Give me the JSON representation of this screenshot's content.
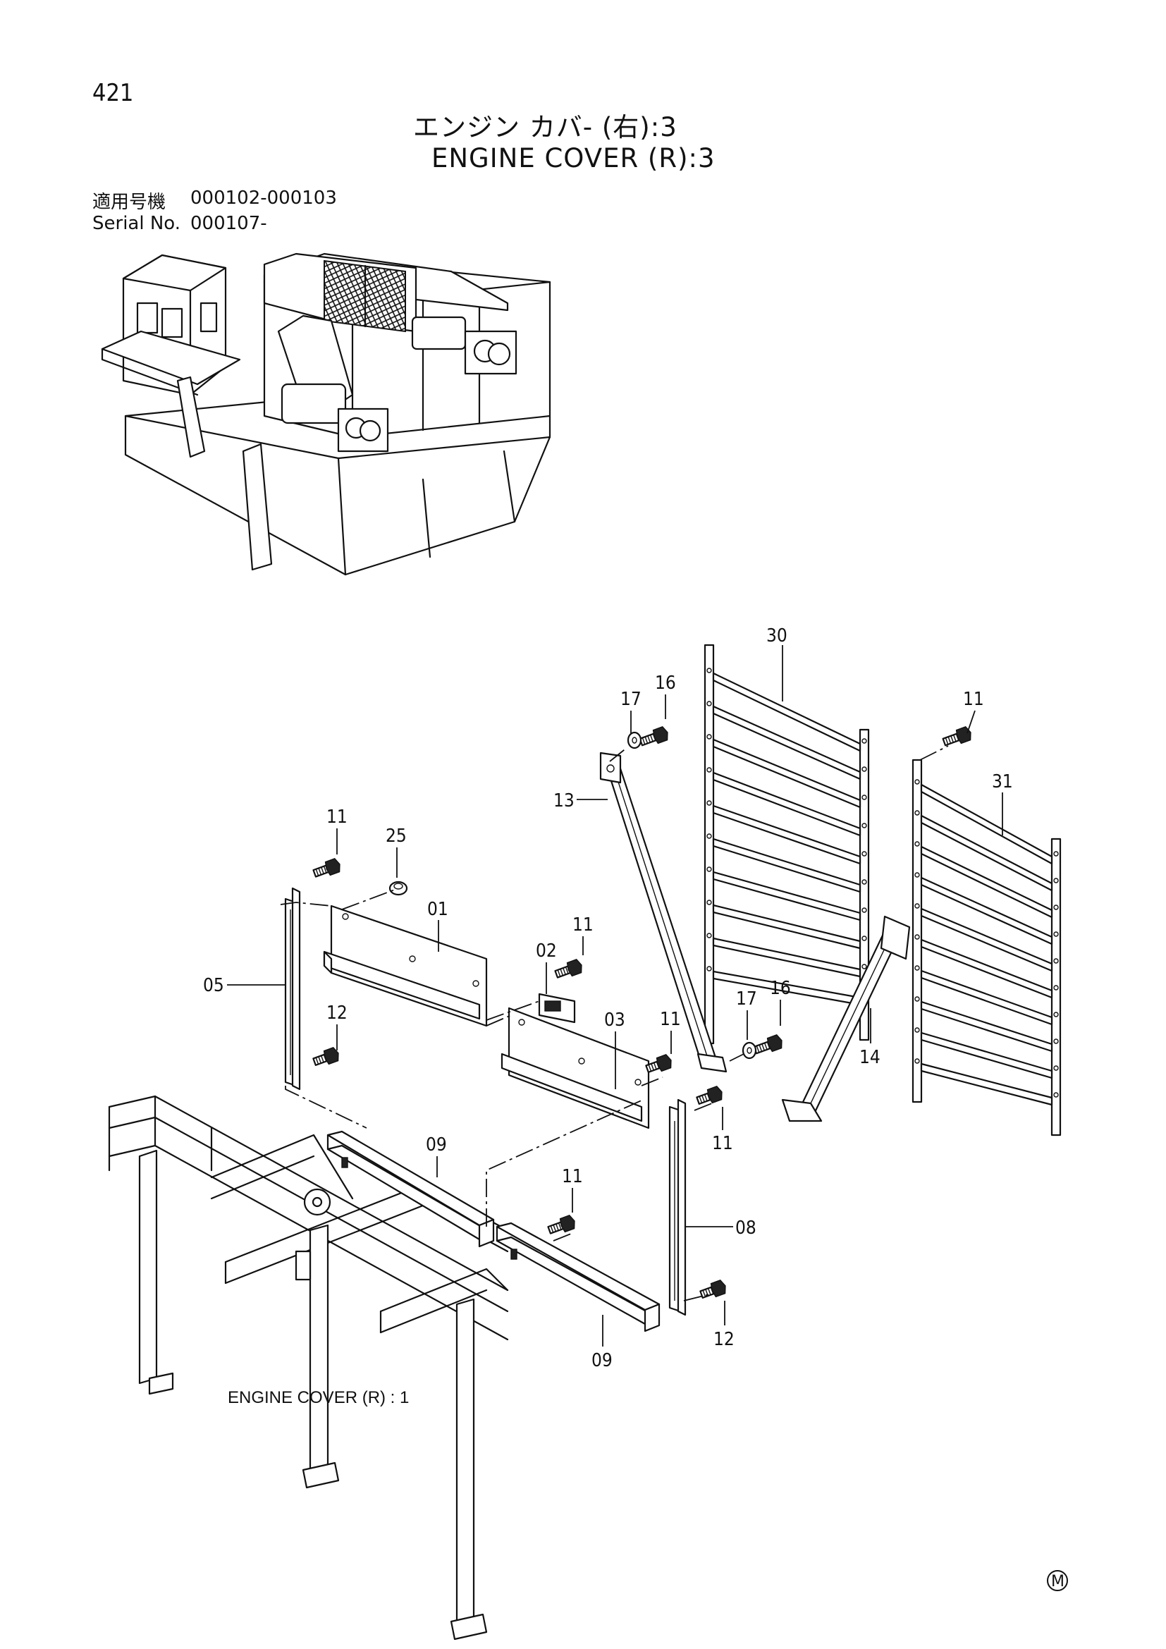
{
  "header": {
    "page_number": "421",
    "title_jp": "エンジン カバ- (右):3",
    "title_en": "ENGINE COVER (R):3",
    "serial_jp_label": "適用号機",
    "serial_jp_value": "000102-000103",
    "serial_en_label": "Serial No.",
    "serial_en_value": "000107-"
  },
  "callouts": {
    "c30": "30",
    "c31": "31",
    "c11a": "11",
    "c17a": "17",
    "c16a": "16",
    "c13": "13",
    "c11b": "11",
    "c25": "25",
    "c01": "01",
    "c11c": "11",
    "c02": "02",
    "c05": "05",
    "c12a": "12",
    "c03": "03",
    "c11d": "11",
    "c17b": "17",
    "c16b": "16",
    "c14": "14",
    "c11e": "11",
    "c09a": "09",
    "c11f": "11",
    "c08": "08",
    "c12b": "12",
    "c09b": "09"
  },
  "reference_label": "ENGINE COVER (R) : 1",
  "mark": "M"
}
